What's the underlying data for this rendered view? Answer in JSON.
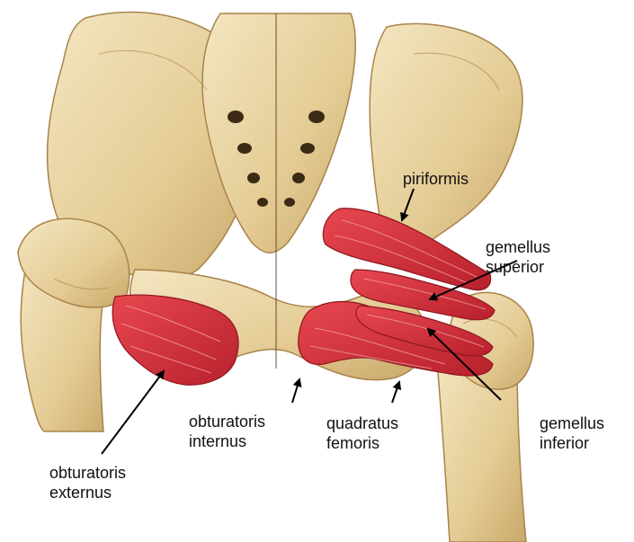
{
  "labels": {
    "piriformis": [
      "piriformis"
    ],
    "gemellus_superior": [
      "gemellus",
      "superior"
    ],
    "gemellus_inferior": [
      "gemellus",
      "inferior"
    ],
    "quadratus_femoris": [
      "quadratus",
      "femoris"
    ],
    "obturatoris_internus": [
      "obturatoris",
      "internus"
    ],
    "obturatoris_externus": [
      "obturatoris",
      "externus"
    ]
  },
  "colors": {
    "bone": "#e7d3a0",
    "bone_shadow": "#b8925a",
    "bone_highlight": "#f6ecd0",
    "muscle": "#d9333d",
    "muscle_dark": "#a81d27",
    "muscle_fiber": "#f08a8f",
    "label_text": "#111111",
    "arrow": "#000000"
  }
}
